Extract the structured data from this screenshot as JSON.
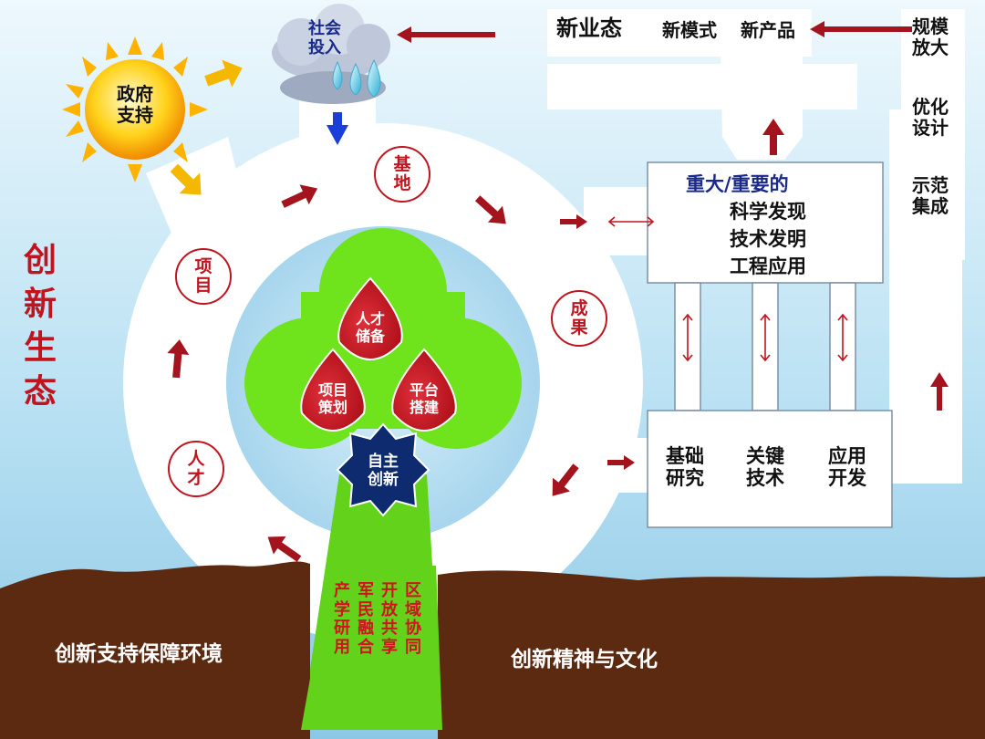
{
  "colors": {
    "accent_red": "#c0141e",
    "tree_green": "#66e01e",
    "soil_brown": "#5a2a10",
    "sky_blue": "#a8d8f0",
    "navy": "#1a2a8a"
  },
  "top": {
    "cloud_label": "社会\n投入",
    "sun_label": "政府\n支持",
    "new_form": "新业态",
    "new_mode": "新模式",
    "new_product": "新产品"
  },
  "right_column": {
    "scale": "规模\n放大",
    "optimize": "优化\n设计",
    "demo": "示范\n集成"
  },
  "left_title": "创\n新\n生\n态",
  "ring_badges": {
    "base": "基\n地",
    "project": "项\n目",
    "talent": "人\n才",
    "result": "成\n果"
  },
  "tree": {
    "drop_top": "人才\n储备",
    "drop_left": "项目\n策划",
    "drop_right": "平台\n搭建",
    "star": "自主\n创新",
    "trunk_columns": [
      "产学研用",
      "军民融合",
      "开放共享",
      "区域协同"
    ]
  },
  "results_box": {
    "title": "重大/重要的",
    "line1": "科学发现",
    "line2": "技术发明",
    "line3": "工程应用"
  },
  "research_box": {
    "basic": "基础\n研究",
    "key": "关键\n技术",
    "applied": "应用\n开发"
  },
  "ground": {
    "left": "创新支持保障环境",
    "right": "创新精神与文化"
  },
  "icons": [
    "sun-icon",
    "cloud-icon",
    "raindrop-icon",
    "star-gear-icon",
    "arrow-icon"
  ]
}
